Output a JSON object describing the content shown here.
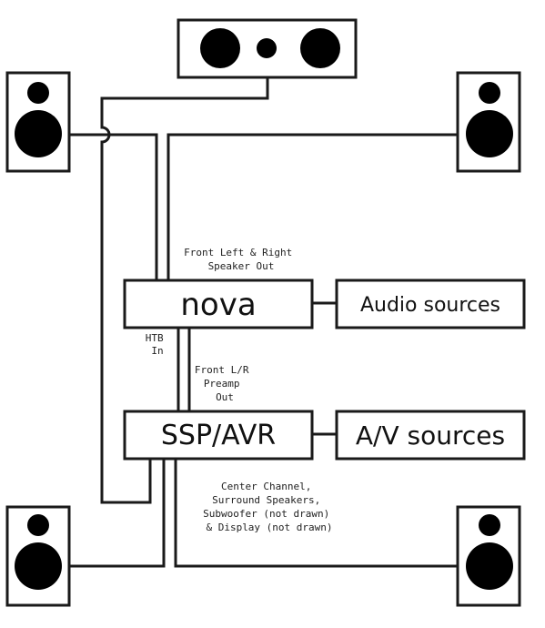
{
  "colors": {
    "stroke": "#1a1a1a",
    "fill": "#000000",
    "background": "#ffffff"
  },
  "boxes": {
    "nova": "nova",
    "ssp": "SSP/AVR",
    "audio_sources": "Audio sources",
    "av_sources": "A/V sources"
  },
  "annotations": {
    "front_lr_speaker_out": [
      "Front Left & Right",
      "Speaker Out"
    ],
    "htb_in": [
      "HTB",
      "In"
    ],
    "front_lr_preamp_out": [
      "Front L/R",
      "Preamp",
      "Out"
    ],
    "center_surround": [
      "Center Channel,",
      "Surround Speakers,",
      "Subwoofer (not drawn)",
      "& Display (not drawn)"
    ]
  },
  "icons": {
    "center_speaker": "center-channel-speaker-icon",
    "front_left": "front-left-speaker-icon",
    "front_right": "front-right-speaker-icon",
    "surround_left": "surround-left-speaker-icon",
    "surround_right": "surround-right-speaker-icon"
  }
}
